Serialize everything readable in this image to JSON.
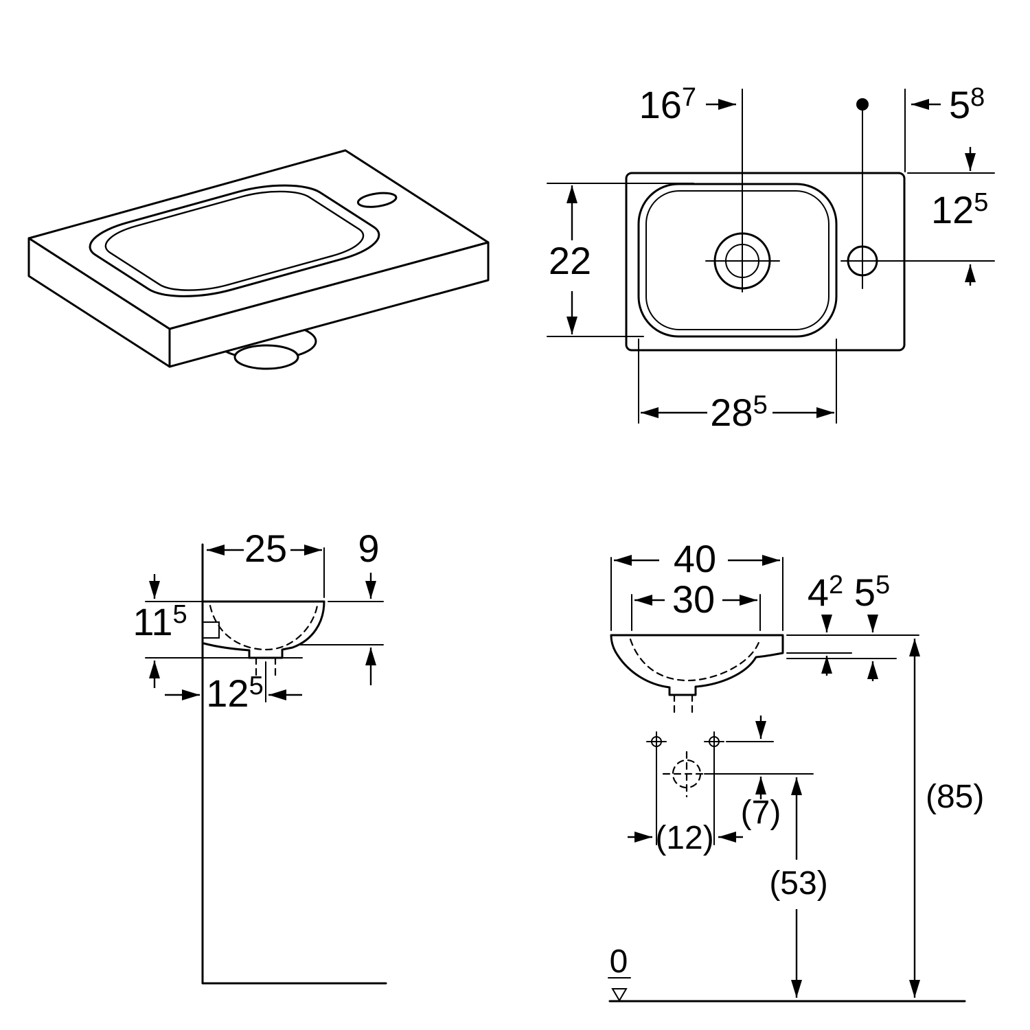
{
  "drawing": {
    "background": "#ffffff",
    "line_color": "#000000"
  },
  "plan_view": {
    "tap_from_left": {
      "base": "16",
      "sup": "7"
    },
    "hole_from_right": {
      "base": "5",
      "sup": "8"
    },
    "hole_from_front_edge": {
      "base": "12",
      "sup": "5"
    },
    "depth": {
      "base": "22",
      "sup": ""
    },
    "basin_width": {
      "base": "28",
      "sup": "5"
    }
  },
  "side_view": {
    "depth": {
      "base": "25",
      "sup": ""
    },
    "front_height": {
      "base": "9",
      "sup": ""
    },
    "height_with_trap": {
      "base": "11",
      "sup": "5"
    },
    "trap_from_wall": {
      "base": "12",
      "sup": "5"
    }
  },
  "front_view": {
    "width": {
      "base": "40",
      "sup": ""
    },
    "basin_width": {
      "base": "30",
      "sup": ""
    },
    "rim_thickness": {
      "base": "4",
      "sup": "2"
    },
    "front_height": {
      "base": "5",
      "sup": "5"
    },
    "rim_height_from_floor": "(85)",
    "trap_below_fixings": "(7)",
    "fixing_hole_spacing": "(12)",
    "trap_height_from_floor": "(53)",
    "floor_datum": "0"
  }
}
